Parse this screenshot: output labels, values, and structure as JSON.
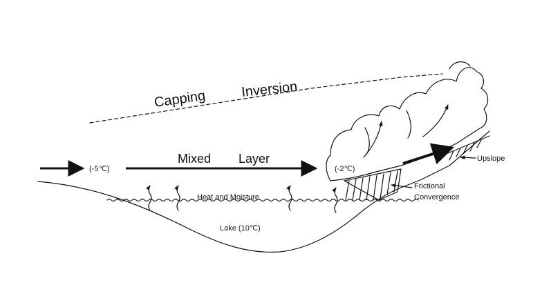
{
  "labels": {
    "capping_1": "Capping",
    "capping_2": "Inversion",
    "mixed_1": "Mixed",
    "mixed_2": "Layer",
    "temp_upwind": "(-5℃)",
    "temp_downwind": "(-2℃)",
    "heat_moisture": "Heat and Moisture",
    "lake": "Lake (10℃)",
    "frictional_1": "Frictional",
    "frictional_2": "Convergence",
    "upslope": "Upslope"
  },
  "colors": {
    "ink": "#111111",
    "background": "#ffffff"
  }
}
